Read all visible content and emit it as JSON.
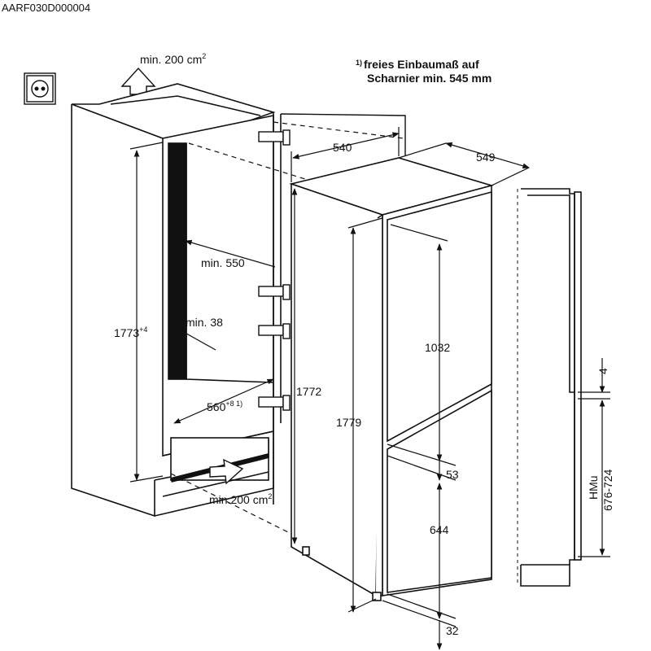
{
  "doc_code": "AARF030D000004",
  "footnote": {
    "marker": "1)",
    "line1": "freies Einbaumaß auf",
    "line2": "Scharnier min. 545 mm"
  },
  "vent_top": {
    "value": "min. 200 cm",
    "sup": "2"
  },
  "vent_bottom": {
    "value": "min.200 cm",
    "sup": "2"
  },
  "niche": {
    "height": {
      "value": "1773",
      "sup": "+4"
    },
    "depth": {
      "value": "min. 550"
    },
    "thickness": {
      "value": "min. 38"
    },
    "width": {
      "value": "560",
      "sup": "+8 1)"
    }
  },
  "appliance": {
    "width": "540",
    "depth": "549",
    "body_height": "1772",
    "door_height": "1779",
    "upper_door": "1032",
    "gap": "53",
    "lower_door": "644",
    "foot": "32"
  },
  "side_panel": {
    "gap": "4",
    "hmu_label": "HMu",
    "hmu_range": "676-724"
  }
}
